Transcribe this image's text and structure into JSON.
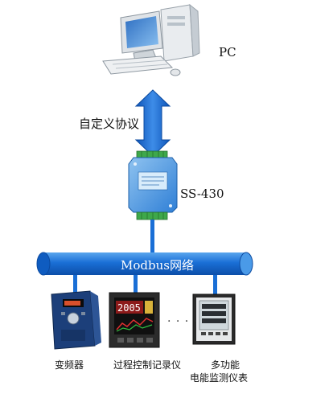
{
  "labels": {
    "pc": "PC",
    "protocol": "自定义协议",
    "converter_model": "SS-430",
    "bus": "Modbus网络",
    "inverter": "变频器",
    "recorder": "过程控制记录仪",
    "meter_line1": "多功能",
    "meter_line2": "电能监测仪表",
    "ellipsis": ". . . . .",
    "recorder_display": "2005"
  },
  "colors": {
    "bus_blue": "#1a6fd6",
    "arrow_blue": "#1f6ed4",
    "converter_blue": "#3f8fe0",
    "terminal_green": "#3ea84a",
    "inverter_body": "#1c3f7a",
    "recorder_screen": "#8c1a1a",
    "meter_screen": "#cfd8dc"
  }
}
